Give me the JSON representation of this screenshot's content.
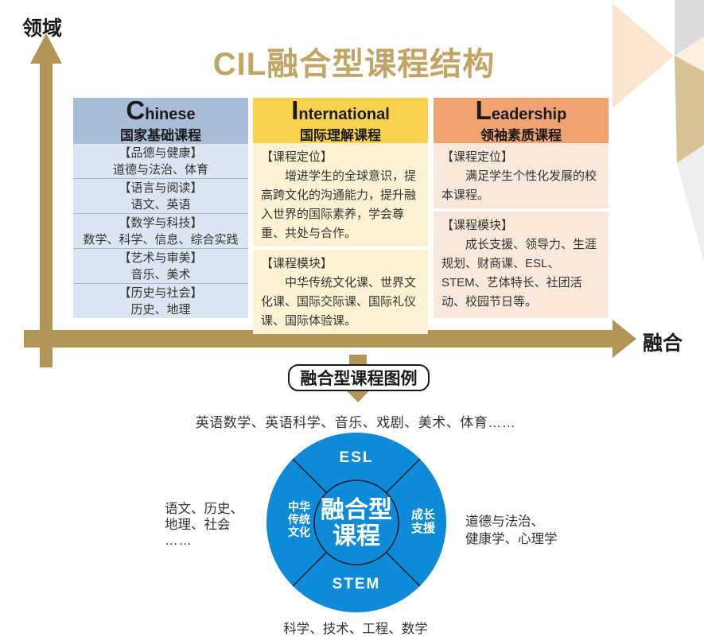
{
  "title": "CIL融合型课程结构",
  "axes": {
    "y_label": "领域",
    "x_label": "融合"
  },
  "colors": {
    "gold_arrow": "#b29455",
    "gold_title": "#c2a465",
    "chinese_header": "#a9bdd9",
    "chinese_body": "#dce6f2",
    "international_header": "#f8d24c",
    "international_body": "#fdf2d3",
    "leadership_header": "#f1a271",
    "leadership_body": "#fae8da",
    "wheel_blue": "#0e8bd8"
  },
  "boxes": {
    "chinese": {
      "letter": "C",
      "rest": "hinese",
      "subtitle": "国家基础课程",
      "rows": [
        {
          "title": "【品德与健康】",
          "content": "道德与法治、体育"
        },
        {
          "title": "【语言与阅读】",
          "content": "语文、英语"
        },
        {
          "title": "【数学与科技】",
          "content": "数学、科学、信息、综合实践"
        },
        {
          "title": "【艺术与审美】",
          "content": "音乐、美术"
        },
        {
          "title": "【历史与社会】",
          "content": "历史、地理"
        }
      ]
    },
    "international": {
      "letter": "I",
      "rest": "nternational",
      "subtitle": "国际理解课程",
      "sections": [
        {
          "title": "【课程定位】",
          "content": "增进学生的全球意识，提高跨文化的沟通能力，提升融入世界的国际素养，学会尊重、共处与合作。"
        },
        {
          "title": "【课程模块】",
          "content": "中华传统文化课、世界文化课、国际交际课、国际礼仪课、国际体验课。"
        }
      ]
    },
    "leadership": {
      "letter": "L",
      "rest": "eadership",
      "subtitle": "领袖素质课程",
      "sections": [
        {
          "title": "【课程定位】",
          "content": "满足学生个性化发展的校本课程。"
        },
        {
          "title": "【课程模块】",
          "content": "成长支援、领导力、生涯规划、财商课、ESL、STEM、艺体特长、社团活动、校园节日等。"
        }
      ]
    }
  },
  "legend": {
    "badge": "融合型课程图例"
  },
  "wheel": {
    "center_line1": "融合型",
    "center_line2": "课程",
    "segment_top": "ESL",
    "segment_bottom": "STEM",
    "segment_left_lines": [
      "中华",
      "传统",
      "文化"
    ],
    "segment_right_lines": [
      "成长",
      "支援"
    ],
    "labels": {
      "top": "英语数学、英语科学、音乐、戏剧、美术、体育……",
      "left_lines": [
        "语文、历史、",
        "地理、社会",
        "……"
      ],
      "right_lines": [
        "道德与法治、",
        "健康学、心理学"
      ],
      "bottom": "科学、技术、工程、数学"
    }
  }
}
